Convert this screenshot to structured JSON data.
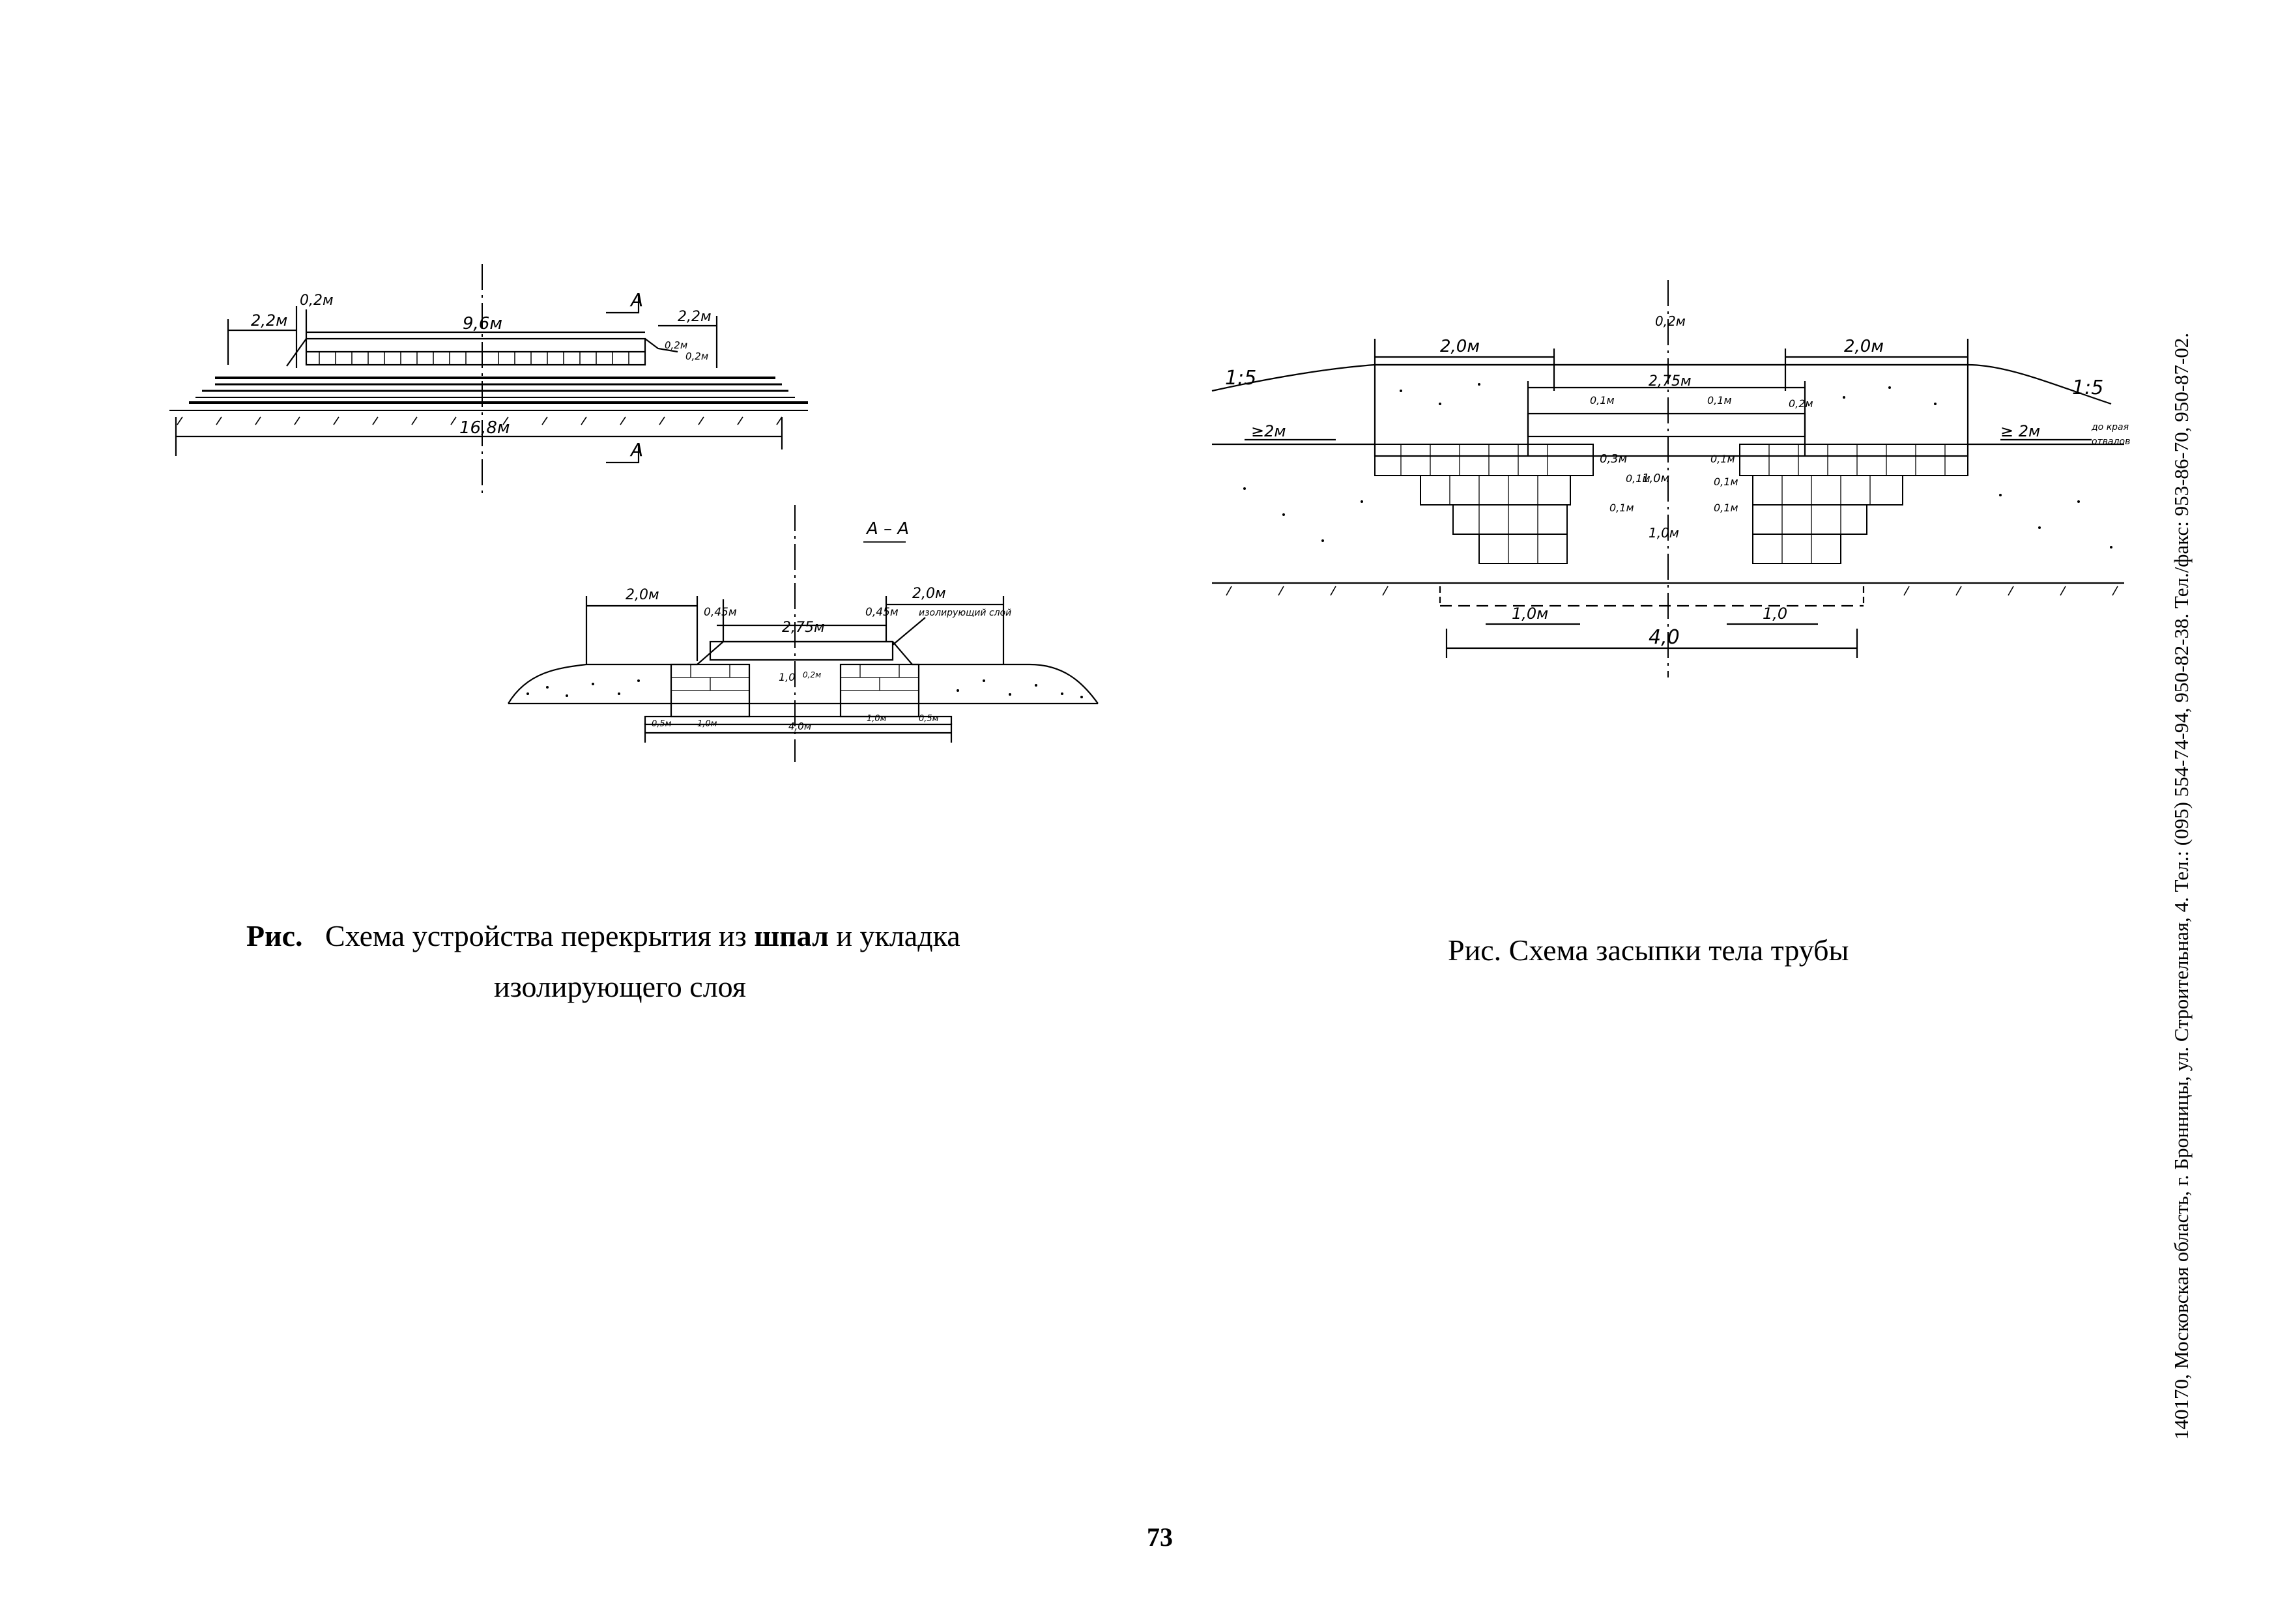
{
  "figure_left": {
    "caption": {
      "prefix": "Рис.",
      "text_before": "Схема устройства перекрытия из",
      "bold_word": "шпал",
      "text_after": "и укладка",
      "line2": "изолирующего слоя"
    },
    "plan_labels": {
      "width_left": "2,2м",
      "gap_left": "0,2м",
      "deck_width": "9,6м",
      "section_mark_top": "А",
      "width_right": "2,2м",
      "height_small_1": "0,2м",
      "height_small_2": "0,2м",
      "total_width": "16,8м",
      "section_mark_bottom": "А"
    },
    "section_labels": {
      "section_title": "А – А",
      "left_width": "2,0м",
      "right_width": "2,0м",
      "offset_left": "0,45м",
      "offset_right": "0,45м",
      "deck": "2,75м",
      "layer_note": "изолирующий слой",
      "height": "1,0",
      "height_small": "0,2м",
      "base_1": "0,5м",
      "base_2": "1,0м",
      "base_3": "4,0м",
      "base_4": "1,0м",
      "base_5": "0,5м"
    }
  },
  "figure_right": {
    "caption": "Рис.   Схема засыпки тела трубы",
    "labels": {
      "slope_left": "1:5",
      "slope_right": "1:5",
      "width_left": "2,0м",
      "width_right": "2,0м",
      "top_height": "0,2м",
      "deck": "2,75м",
      "inner_left": "0,1м",
      "inner_right": "0,1м",
      "small_height": "0,2м",
      "margin_left": "≥2м",
      "margin_right": "≥ 2м",
      "edge_note_1": "до края",
      "edge_note_2": "отвалов",
      "step_1": "0,3м",
      "step_2": "0,1м",
      "step_3": "0,1м",
      "step_4": "0,1м",
      "step_5": "0,1м",
      "step_6": "0,1м",
      "height_center": "1,0м",
      "width_center": "1,0м",
      "base_left": "1,0м",
      "base_right": "1,0",
      "base_total": "4,0"
    }
  },
  "page_number": "73",
  "side_address": "140170, Московская область, г. Бронницы, ул. Строительная, 4. Тел.: (095) 554-74-94, 950-82-38. Тел./факс: 953-86-70, 950-87-02."
}
